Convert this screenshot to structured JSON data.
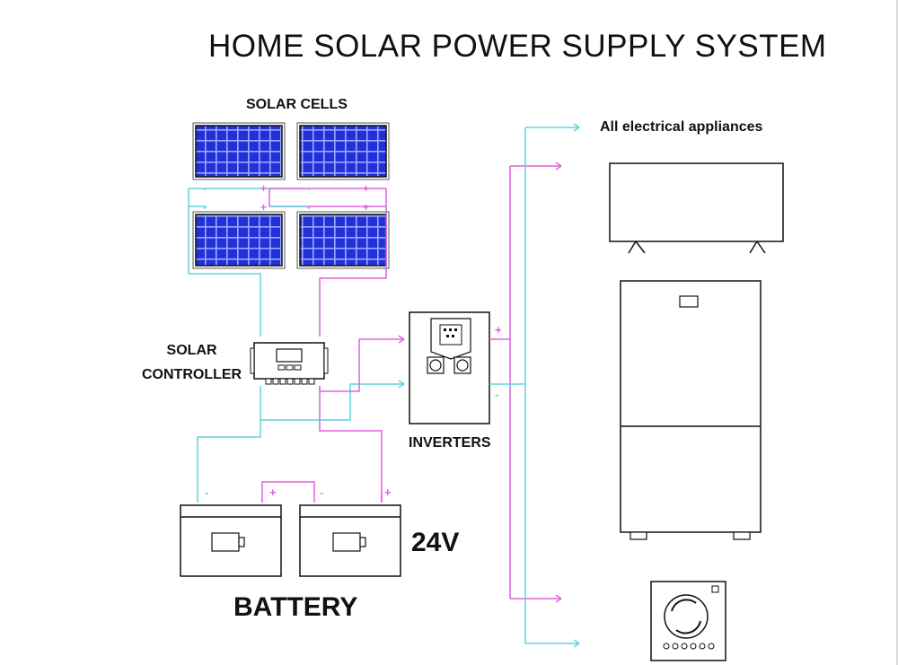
{
  "title": "HOME SOLAR POWER SUPPLY SYSTEM",
  "labels": {
    "solar_cells": "SOLAR CELLS",
    "appliances": "All electrical appliances",
    "controller_line1": "SOLAR",
    "controller_line2": "CONTROLLER",
    "inverters": "INVERTERS",
    "voltage": "24V",
    "battery": "BATTERY"
  },
  "colors": {
    "negative_wire": "#5fd3df",
    "positive_wire": "#e060e0",
    "panel_cell": "#2230d8",
    "panel_grid": "#9aa8ff",
    "outline": "#111111"
  }
}
